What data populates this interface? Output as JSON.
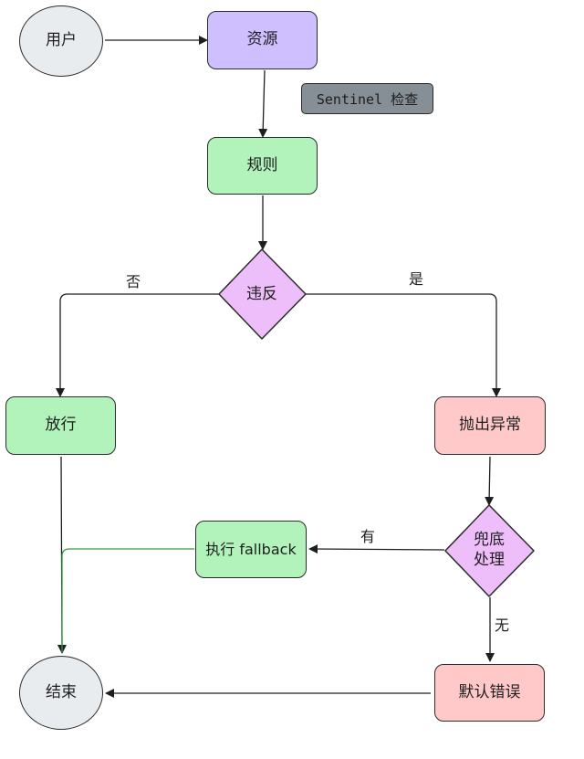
{
  "colors": {
    "purple_fill": "#d0bfff",
    "green_fill": "#b2f2bb",
    "red_fill": "#ffc9c9",
    "diamond_fill": "#eebefa",
    "gray_fill": "#e9ecef",
    "tag_fill": "#868e96",
    "green_edge": "#2f9e44",
    "stroke": "#1e1e1e"
  },
  "nodes": {
    "user": "用户",
    "resource": "资源",
    "sentinel_tag": "Sentinel 检查",
    "rule": "规则",
    "violate": "违反",
    "allow": "放行",
    "throw": "抛出异常",
    "fallback_check_line1": "兜底",
    "fallback_check_line2": "处理",
    "exec_fallback": "执行 fallback",
    "default_error": "默认错误",
    "end": "结束"
  },
  "edges": {
    "no": "否",
    "yes": "是",
    "has": "有",
    "none": "无"
  }
}
